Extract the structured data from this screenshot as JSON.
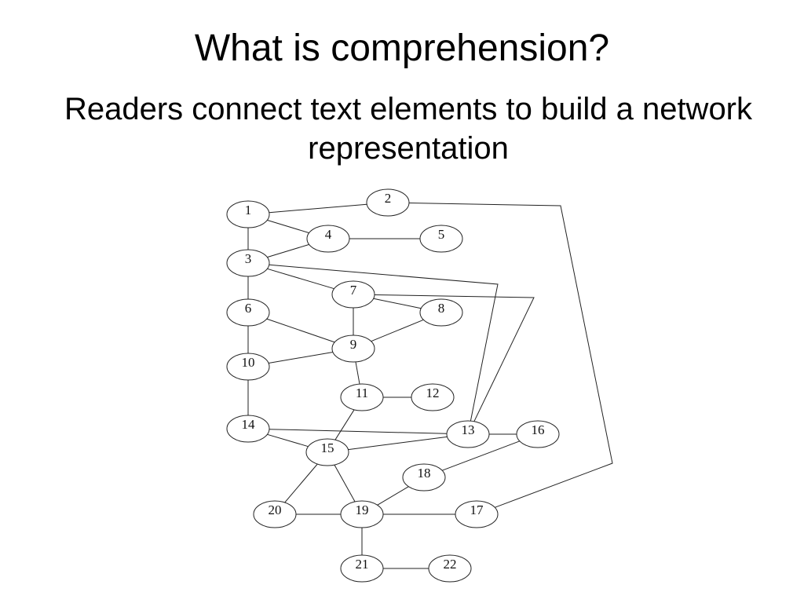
{
  "slide": {
    "title": "What is comprehension?",
    "subtitle": "Readers connect text elements to build a network representation"
  },
  "diagram": {
    "nodes": [
      {
        "id": "1",
        "label": "1"
      },
      {
        "id": "2",
        "label": "2"
      },
      {
        "id": "3",
        "label": "3"
      },
      {
        "id": "4",
        "label": "4"
      },
      {
        "id": "5",
        "label": "5"
      },
      {
        "id": "6",
        "label": "6"
      },
      {
        "id": "7",
        "label": "7"
      },
      {
        "id": "8",
        "label": "8"
      },
      {
        "id": "9",
        "label": "9"
      },
      {
        "id": "10",
        "label": "10"
      },
      {
        "id": "11",
        "label": "11"
      },
      {
        "id": "12",
        "label": "12"
      },
      {
        "id": "13",
        "label": "13"
      },
      {
        "id": "14",
        "label": "14"
      },
      {
        "id": "15",
        "label": "15"
      },
      {
        "id": "16",
        "label": "16"
      },
      {
        "id": "17",
        "label": "17"
      },
      {
        "id": "18",
        "label": "18"
      },
      {
        "id": "19",
        "label": "19"
      },
      {
        "id": "20",
        "label": "20"
      },
      {
        "id": "21",
        "label": "21"
      },
      {
        "id": "22",
        "label": "22"
      }
    ],
    "edges": [
      [
        "1",
        "2"
      ],
      [
        "1",
        "4"
      ],
      [
        "1",
        "3"
      ],
      [
        "4",
        "5"
      ],
      [
        "3",
        "4"
      ],
      [
        "3",
        "7"
      ],
      [
        "3",
        "13"
      ],
      [
        "3",
        "6"
      ],
      [
        "7",
        "8"
      ],
      [
        "7",
        "9"
      ],
      [
        "7",
        "13"
      ],
      [
        "6",
        "9"
      ],
      [
        "6",
        "10"
      ],
      [
        "8",
        "9"
      ],
      [
        "9",
        "10"
      ],
      [
        "9",
        "11"
      ],
      [
        "10",
        "14"
      ],
      [
        "11",
        "12"
      ],
      [
        "11",
        "15"
      ],
      [
        "14",
        "13"
      ],
      [
        "14",
        "15"
      ],
      [
        "15",
        "13"
      ],
      [
        "13",
        "16"
      ],
      [
        "16",
        "18"
      ],
      [
        "15",
        "20"
      ],
      [
        "15",
        "19"
      ],
      [
        "18",
        "19"
      ],
      [
        "20",
        "19"
      ],
      [
        "19",
        "17"
      ],
      [
        "19",
        "21"
      ],
      [
        "21",
        "22"
      ],
      [
        "2",
        "17"
      ]
    ]
  }
}
